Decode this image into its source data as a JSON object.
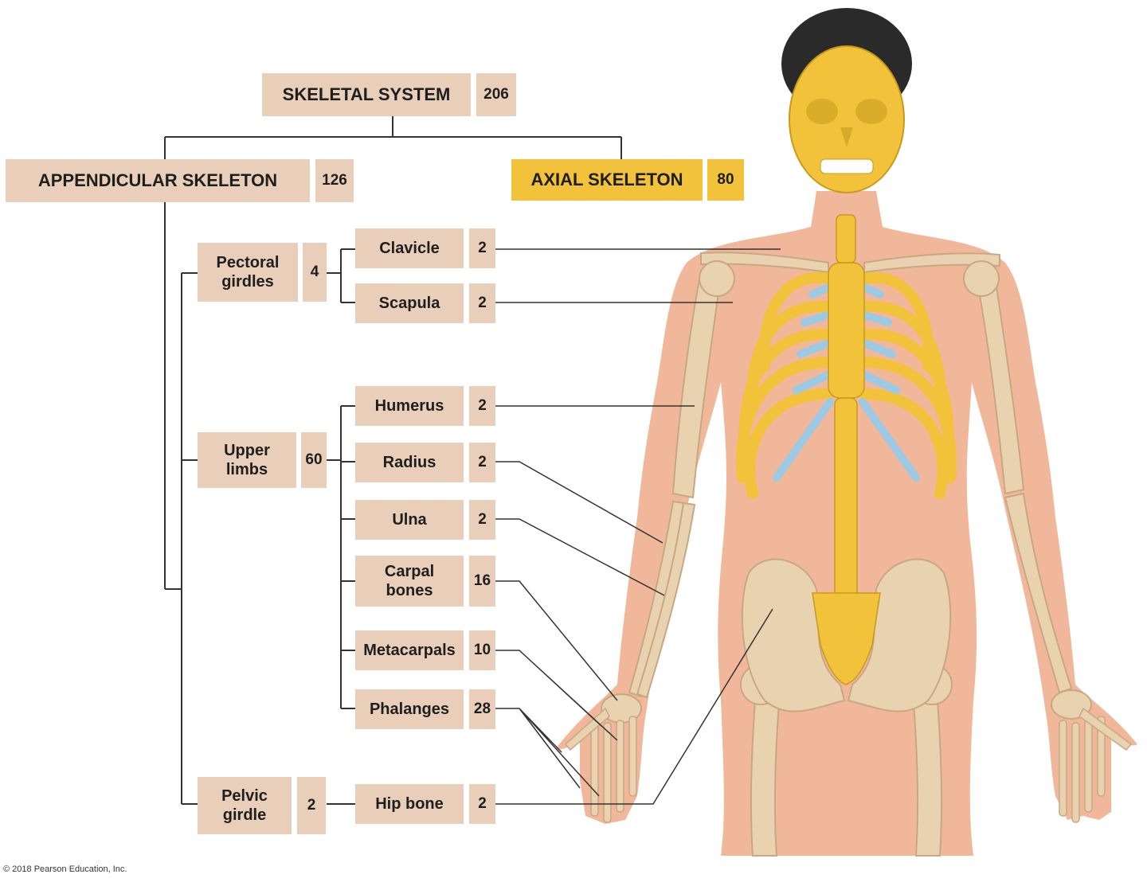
{
  "root": {
    "label": "SKELETAL SYSTEM",
    "count": "206"
  },
  "appendicular": {
    "label": "APPENDICULAR SKELETON",
    "count": "126"
  },
  "axial": {
    "label": "AXIAL SKELETON",
    "count": "80"
  },
  "groups": {
    "pectoral": {
      "label": "Pectoral\ngirdles",
      "count": "4"
    },
    "upper": {
      "label": "Upper\nlimbs",
      "count": "60"
    },
    "pelvic": {
      "label": "Pelvic\ngirdle",
      "count": "2"
    }
  },
  "bones": {
    "clavicle": {
      "label": "Clavicle",
      "count": "2"
    },
    "scapula": {
      "label": "Scapula",
      "count": "2"
    },
    "humerus": {
      "label": "Humerus",
      "count": "2"
    },
    "radius": {
      "label": "Radius",
      "count": "2"
    },
    "ulna": {
      "label": "Ulna",
      "count": "2"
    },
    "carpal": {
      "label": "Carpal\nbones",
      "count": "16"
    },
    "metacarpals": {
      "label": "Metacarpals",
      "count": "10"
    },
    "phalanges": {
      "label": "Phalanges",
      "count": "28"
    },
    "hip": {
      "label": "Hip bone",
      "count": "2"
    }
  },
  "copyright": "© 2018 Pearson Education, Inc.",
  "colors": {
    "label_box": "#e9cfb9",
    "axial_box": "#f2c23b",
    "skin": "#f0b79a",
    "bone": "#e8d2b0",
    "axial_bone": "#f2c23b",
    "cartilage": "#9cc9e3",
    "hair": "#2a2a2a"
  }
}
